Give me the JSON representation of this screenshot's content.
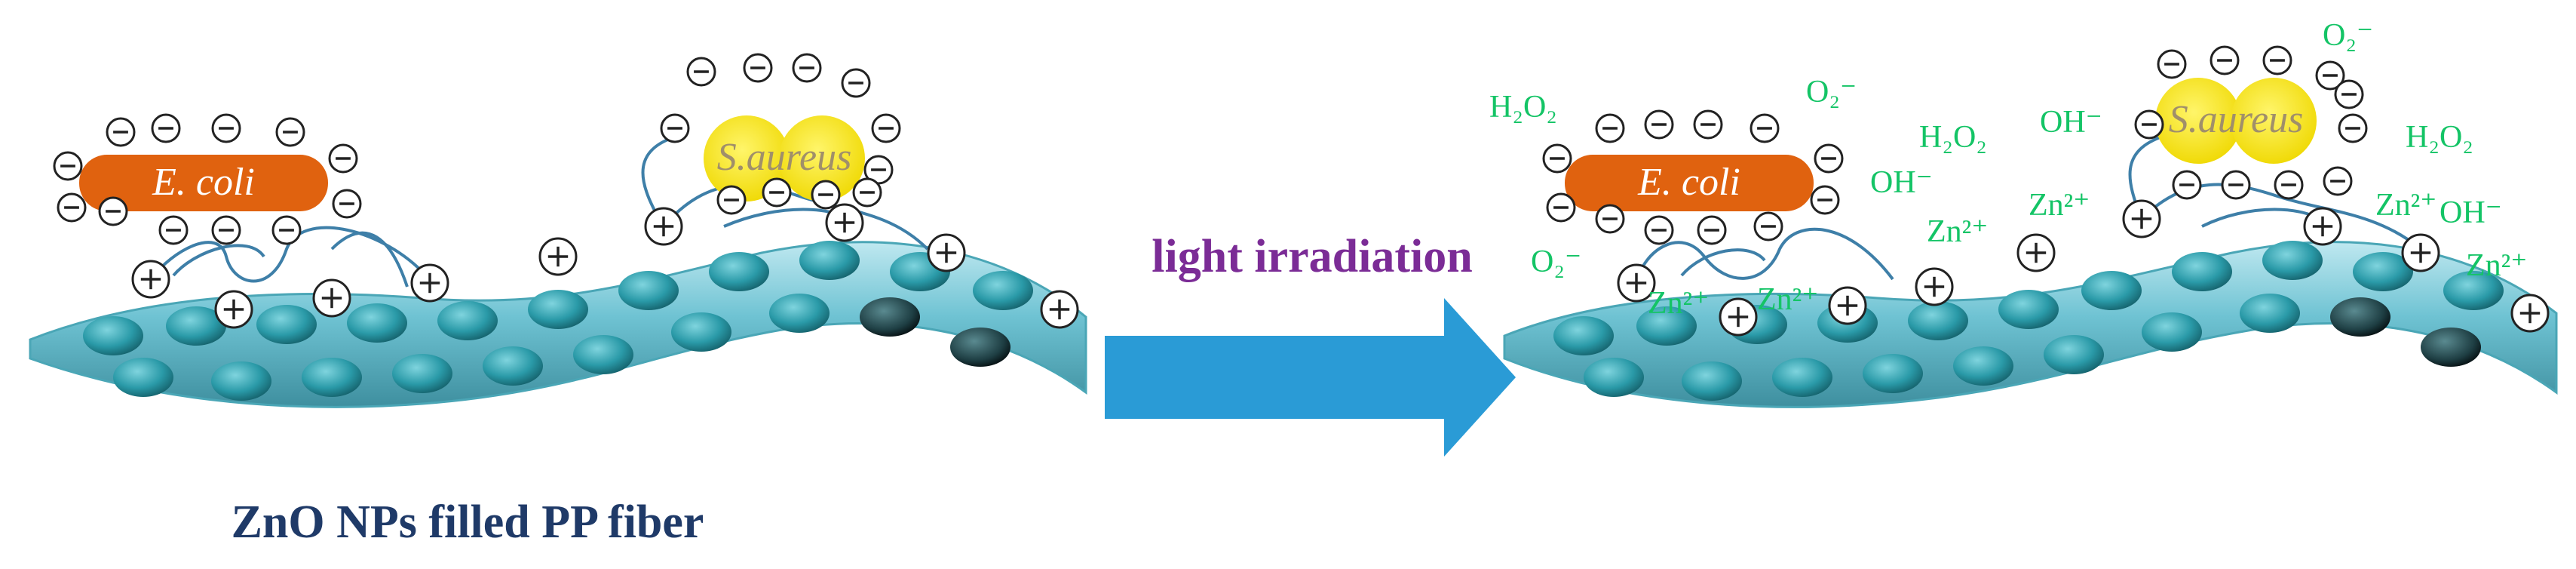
{
  "caption": "ZnO NPs filled PP fiber",
  "arrow_label": "light irradiation",
  "bacteria": {
    "ecoli": "E. coli",
    "saureus": "S.aureus"
  },
  "charges": {
    "negative": "⊖",
    "positive": "⊕"
  },
  "species": {
    "h2o2": "H₂O₂",
    "o2_radical": "O₂⁻",
    "hydroxide": "OH⁻",
    "zinc_ion": "Zn²⁺"
  },
  "colors": {
    "fiber": "#6fc3d3",
    "nanoparticle": "#2a9aa8",
    "ecoli": "#e0620f",
    "saureus": "#f5e61c",
    "arrow": "#2a9bd6",
    "arrow_label": "#7b2c96",
    "caption": "#1f3a68",
    "species": "#14c466",
    "tether": "#3e7fa8"
  }
}
